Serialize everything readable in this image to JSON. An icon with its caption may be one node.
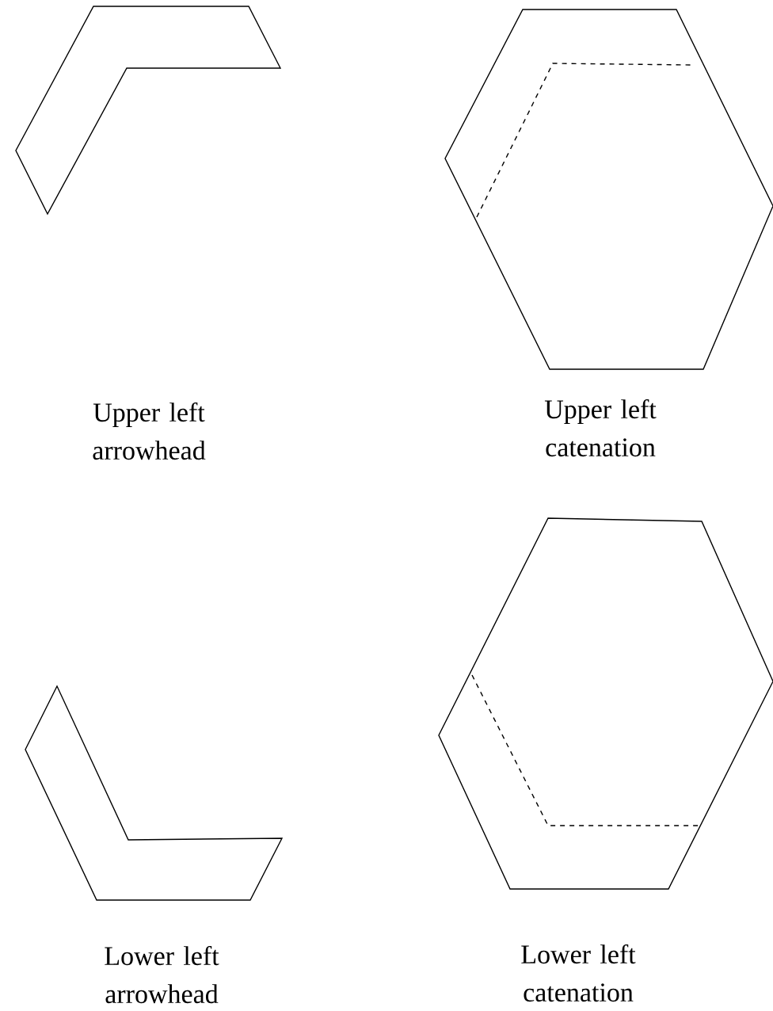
{
  "diagram": {
    "labels": [
      "Upper left arrowhead",
      "Upper left catenation",
      "Lower left arrowhead",
      "Lower left catenation"
    ]
  }
}
